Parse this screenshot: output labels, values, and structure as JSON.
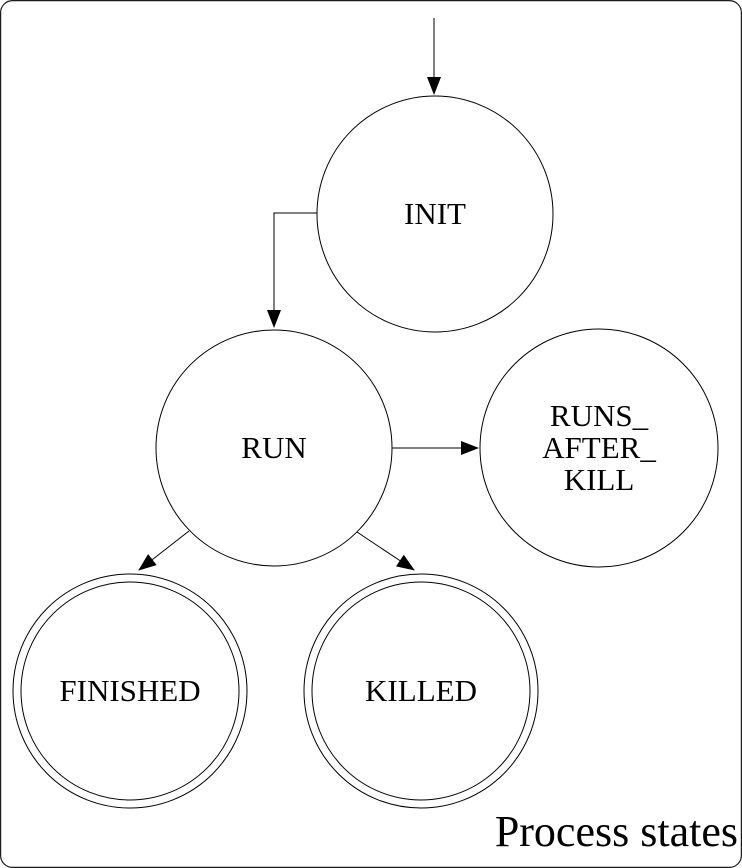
{
  "diagram": {
    "title": "Process states",
    "type": "finite-state-machine",
    "states": {
      "init": {
        "label": "INIT",
        "accepting": false
      },
      "run": {
        "label": "RUN",
        "accepting": false
      },
      "runs_after_kill": {
        "lines": [
          "RUNS_",
          "AFTER_",
          "KILL"
        ],
        "accepting": false
      },
      "finished": {
        "label": "FINISHED",
        "accepting": true
      },
      "killed": {
        "label": "KILLED",
        "accepting": true
      }
    },
    "transitions": [
      {
        "from": "start",
        "to": "init"
      },
      {
        "from": "init",
        "to": "run"
      },
      {
        "from": "run",
        "to": "runs_after_kill"
      },
      {
        "from": "run",
        "to": "finished"
      },
      {
        "from": "run",
        "to": "killed"
      }
    ],
    "colors": {
      "background": "#ffffff",
      "stroke": "#000000",
      "arrow_fill": "#000000",
      "frame_stroke": "#1a1a1a"
    }
  }
}
